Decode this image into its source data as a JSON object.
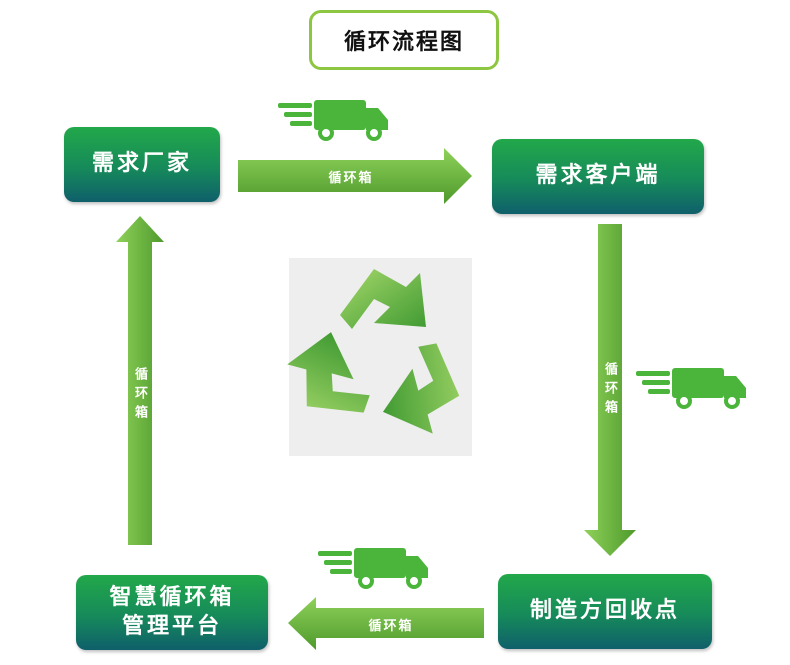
{
  "title": "循环流程图",
  "nodes": {
    "demand_factory": "需求厂家",
    "demand_client": "需求客户端",
    "recycle_point": "制造方回收点",
    "platform_line1": "智慧循环箱",
    "platform_line2": "管理平台"
  },
  "arrows": {
    "top": "循环箱",
    "right": "循环箱",
    "bottom": "循环箱",
    "left": "循环箱"
  },
  "colors": {
    "accent_green": "#6cbd45",
    "node_top": "#22a84a",
    "node_bottom": "#0f5f6a",
    "title_border": "#8dc641"
  },
  "icons": [
    "truck-icon",
    "recycle-icon"
  ]
}
